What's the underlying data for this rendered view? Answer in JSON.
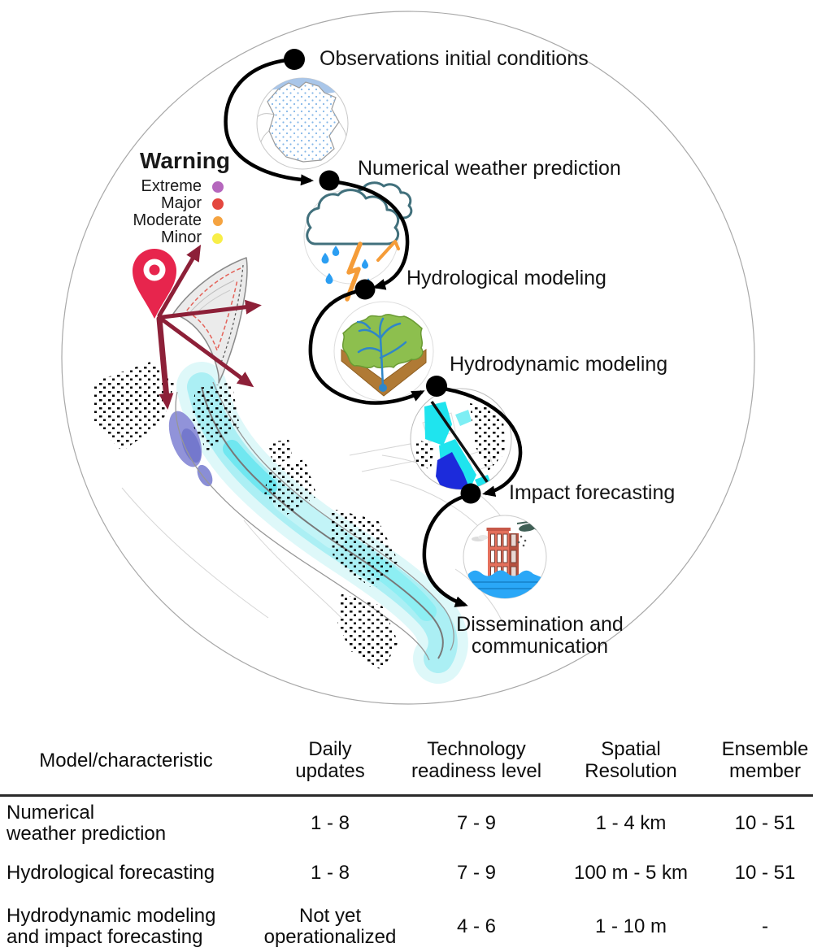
{
  "diagram": {
    "steps": [
      {
        "label": "Observations initial conditions",
        "icon": "germany-station-map-icon"
      },
      {
        "label": "Numerical weather prediction",
        "icon": "storm-cloud-icon"
      },
      {
        "label": "Hydrological modeling",
        "icon": "catchment-icon"
      },
      {
        "label": "Hydrodynamic modeling",
        "icon": "flood-extent-map-icon"
      },
      {
        "label": "Impact forecasting",
        "icon": "flooded-building-icon"
      },
      {
        "label": "Dissemination and\ncommunication",
        "icon": "warning-map-icon"
      }
    ],
    "legend": {
      "title": "Warning",
      "items": [
        {
          "label": "Extreme",
          "color": "#b567bd"
        },
        {
          "label": "Major",
          "color": "#e4473f"
        },
        {
          "label": "Moderate",
          "color": "#f5a340"
        },
        {
          "label": "Minor",
          "color": "#f8ee48"
        }
      ]
    },
    "colors": {
      "pin": "#e7254d",
      "arrow": "#8d2038",
      "chain": "#000000"
    }
  },
  "table": {
    "columns": [
      "Model/characteristic",
      "Daily\nupdates",
      "Technology\nreadiness level",
      "Spatial\nResolution",
      "Ensemble\nmember"
    ],
    "rows": [
      [
        "Numerical\nweather prediction",
        "1 - 8",
        "7 - 9",
        "1 - 4 km",
        "10 - 51"
      ],
      [
        "Hydrological forecasting",
        "1 - 8",
        "7 - 9",
        "100 m - 5 km",
        "10 - 51"
      ],
      [
        "Hydrodynamic modeling\nand impact forecasting",
        "Not yet\noperationalized",
        "4 - 6",
        "1 - 10 m",
        "-"
      ]
    ]
  }
}
